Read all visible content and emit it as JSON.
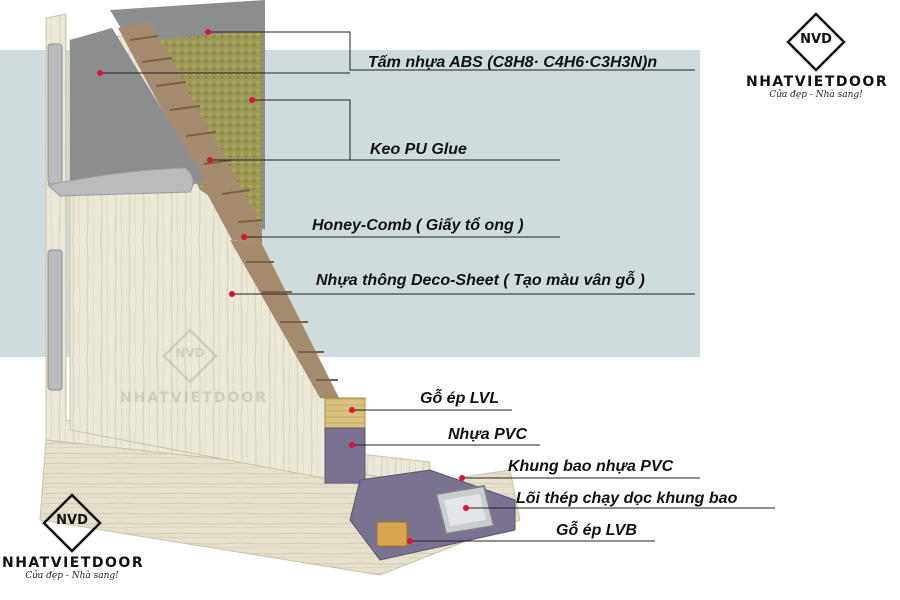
{
  "labels": {
    "abs": "Tấm nhựa ABS (C8H8· C4H6·C3H3N)n",
    "pu_glue": "Keo PU Glue",
    "honeycomb": "Honey-Comb ( Giấy tổ ong )",
    "deco_sheet": "Nhựa thông Deco-Sheet ( Tạo màu vân gỗ )",
    "lvl": "Gỗ ép LVL",
    "pvc": "Nhựa PVC",
    "frame": "Khung bao nhựa PVC",
    "steel_core": "Lõi thép chạy dọc khung bao",
    "lvb": "Gỗ ép LVB"
  },
  "brand": {
    "mark": "NVD",
    "name": "NHATVIETDOOR",
    "slogan": "Cửa đẹp - Nhà sang!"
  },
  "colors": {
    "backdrop": "#cfdbdd",
    "callout_dot": "#d8143c",
    "callout_line": "#222222",
    "wood_panel": "#ece8d8",
    "abs_sheet": "#8c8d8e",
    "glue_fill": "#9e9a55",
    "honeycomb": "#a58b6d",
    "lvl_wood": "#d8c27e",
    "pvc_purple": "#7a7290",
    "steel": "#c9ccd0"
  },
  "icons": {
    "logo": "nvd-diamond-logo",
    "hinge": "door-hinge-icon"
  }
}
